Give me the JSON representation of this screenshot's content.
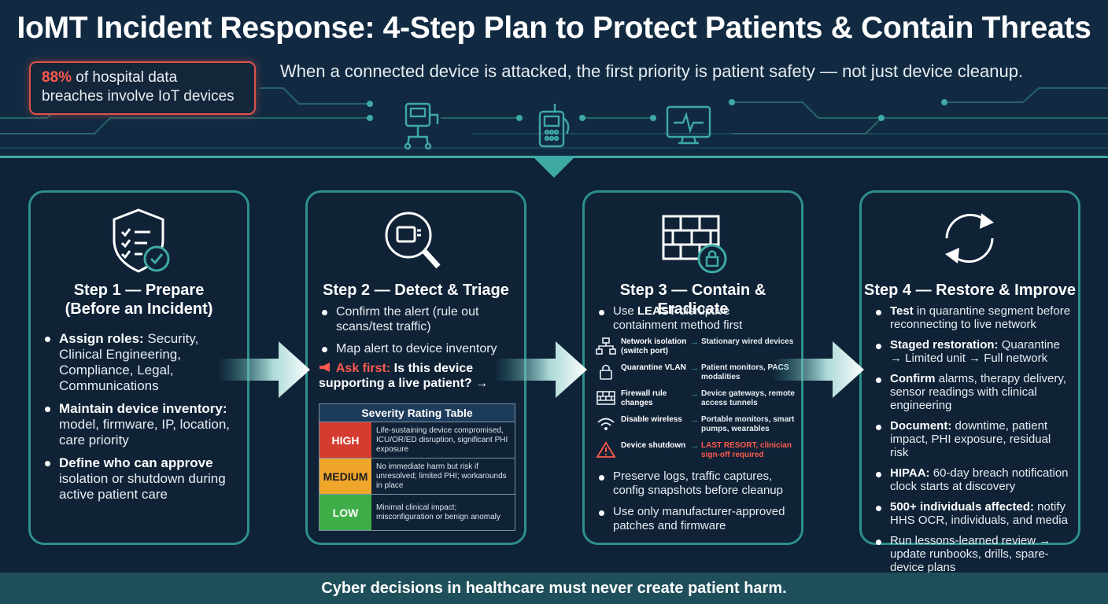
{
  "title": "IoMT Incident Response: 4-Step Plan to Protect Patients & Contain Threats",
  "subtitle": "When a connected device is attacked, the first priority is patient safety — not just device cleanup.",
  "stat": {
    "percent": "88%",
    "line1_rest": " of hospital data",
    "line2": "breaches involve IoT devices"
  },
  "header_icons": [
    "infusion-pump-icon",
    "portable-monitor-icon",
    "vital-signs-monitor-icon"
  ],
  "steps": [
    {
      "icon": "shield-checklist-icon",
      "title_line1": "Step 1 — Prepare",
      "title_line2": "(Before an Incident)",
      "bullets": [
        {
          "bold": "Assign roles:",
          "text": " Security, Clinical Engineering, Compliance, Legal, Communications"
        },
        {
          "bold": "Maintain device inventory:",
          "text": " model, firmware, IP, location, care priority"
        },
        {
          "bold": "Define who can approve",
          "text": " isolation or shutdown during active patient care"
        }
      ]
    },
    {
      "icon": "magnifier-device-icon",
      "title": "Step 2 — Detect & Triage",
      "bullets": [
        {
          "bold": "",
          "text": "Confirm the alert (rule out scans/test traffic)"
        },
        {
          "bold": "",
          "text": "Map alert to device inventory"
        }
      ],
      "ask_label": "Ask first:",
      "ask_text": " Is this device supporting a live patient? →",
      "severity_table": {
        "title": "Severity Rating Table",
        "rows": [
          {
            "level": "HIGH",
            "color": "#d63b2f",
            "desc": "Life-sustaining device compromised, ICU/OR/ED disruption, significant PHI exposure"
          },
          {
            "level": "MEDIUM",
            "color": "#f0a62b",
            "desc": "No immediate harm but risk if unresolved; limited PHI; workarounds in place"
          },
          {
            "level": "LOW",
            "color": "#3fae49",
            "desc": "Minimal clinical impact; misconfiguration or benign anomaly"
          }
        ]
      }
    },
    {
      "icon": "firewall-lock-icon",
      "title": "Step 3 — Contain & Eradicate",
      "intro": {
        "pre": "Use ",
        "bold": "LEAST",
        "post": " disruptive containment method first"
      },
      "containment": [
        {
          "icon": "network-icon",
          "method": "Network isolation (switch port)",
          "target": "Stationary wired devices",
          "red": false
        },
        {
          "icon": "lock-icon",
          "method": "Quarantine VLAN",
          "target": "Patient monitors, PACS modalities",
          "red": false
        },
        {
          "icon": "firewall-icon",
          "method": "Firewall rule changes",
          "target": "Device gateways, remote access tunnels",
          "red": false
        },
        {
          "icon": "wifi-icon",
          "method": "Disable wireless",
          "target": "Portable monitors, smart pumps, wearables",
          "red": false
        },
        {
          "icon": "warning-icon",
          "method": "Device shutdown",
          "target": "LAST RESORT, clinician sign-off required",
          "red": true
        }
      ],
      "bullets": [
        {
          "bold": "",
          "text": "Preserve logs, traffic captures, config snapshots before cleanup"
        },
        {
          "bold": "",
          "text": "Use only manufacturer-approved patches and firmware"
        }
      ]
    },
    {
      "icon": "refresh-cycle-icon",
      "title": "Step 4 — Restore & Improve",
      "bullets": [
        {
          "bold": "Test",
          "text": " in quarantine segment before reconnecting to live network"
        },
        {
          "bold": "Staged restoration:",
          "text": " Quarantine → Limited unit → Full network"
        },
        {
          "bold": "Confirm",
          "text": " alarms, therapy delivery, sensor readings with clinical engineering"
        },
        {
          "bold": "Document:",
          "text": " downtime, patient impact, PHI exposure, residual risk"
        },
        {
          "bold": "HIPAA:",
          "text": " 60-day breach notification clock starts at discovery"
        },
        {
          "bold": "500+ individuals affected:",
          "text": " notify HHS OCR, individuals, and media"
        },
        {
          "bold": "",
          "text": "Run lessons-learned review → update runbooks, drills, spare-device plans"
        }
      ]
    }
  ],
  "footer": "Cyber decisions in healthcare must never create patient harm.",
  "colors": {
    "accent": "#3fa9a3",
    "alert": "#ff5a4e",
    "background": "#0e2338"
  }
}
